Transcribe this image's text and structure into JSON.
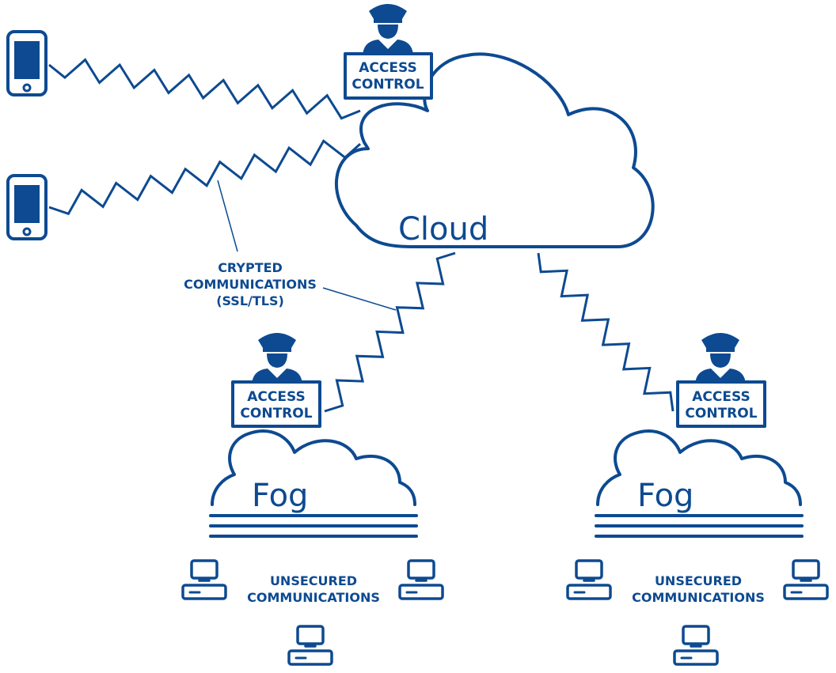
{
  "cloud": {
    "label": "Cloud"
  },
  "access_control": {
    "line1": "ACCESS",
    "line2": "CONTROL"
  },
  "fog_left": {
    "label": "Fog"
  },
  "fog_right": {
    "label": "Fog"
  },
  "crypted_note": {
    "line1": "CRYPTED",
    "line2": "COMMUNICATIONS",
    "line3": "(SSL/TLS)"
  },
  "unsecured_left": {
    "line1": "UNSECURED",
    "line2": "COMMUNICATIONS"
  },
  "unsecured_right": {
    "line1": "UNSECURED",
    "line2": "COMMUNICATIONS"
  },
  "colors": {
    "ink": "#0d4a91",
    "background": "#ffffff"
  },
  "icons": [
    "smartphone-icon",
    "police-officer-icon",
    "desktop-computer-icon",
    "cloud-icon"
  ]
}
